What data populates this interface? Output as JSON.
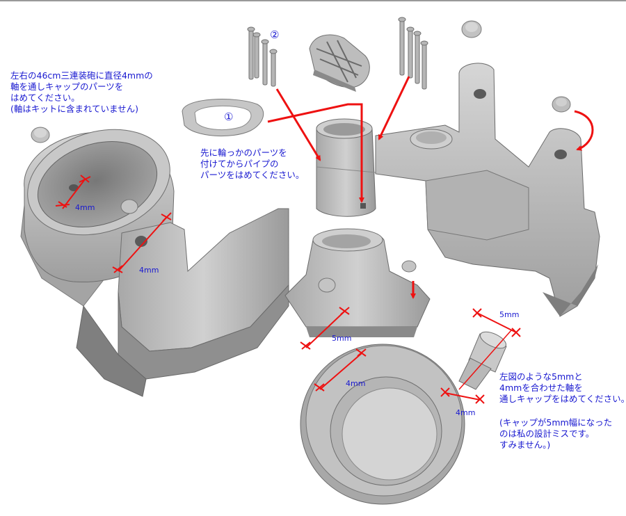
{
  "colors": {
    "part_fill": "#b8b8b8",
    "part_shadow": "#8c8c8c",
    "part_light": "#dcdcdc",
    "annotation_text": "#1818d0",
    "arrow": "#ee1111"
  },
  "notes": {
    "left": [
      "左右の46cm三連装砲に直径4mmの",
      "軸を通しキャップのパーツを",
      "はめてください。",
      "(軸はキットに含まれていません)"
    ],
    "center": [
      "先に輪っかのパーツを",
      "付けてからパイプの",
      "パーツをはめてください。"
    ],
    "right": [
      "左図のような5mmと",
      "4mmを合わせた軸を",
      "通しキャップをはめてください。"
    ],
    "apology": [
      "(キャップが5mm幅になった",
      "のは私の設計ミスです。",
      "すみません。)"
    ]
  },
  "markers": {
    "one": "①",
    "two": "②"
  },
  "dimensions": {
    "turret_bore": "4mm",
    "left_arm_shaft": "4mm",
    "center_base": "5mm",
    "ring_bottom": "4mm",
    "pin_top": "5mm",
    "pin_bottom": "4mm"
  }
}
